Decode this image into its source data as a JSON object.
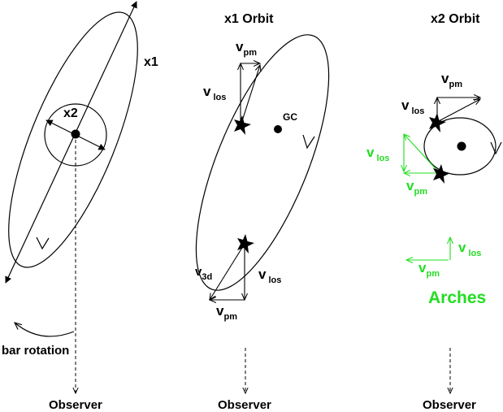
{
  "panel1": {
    "x1_label": "x1",
    "x2_label": "x2",
    "bar_rotation": "bar rotation",
    "observer": "Observer"
  },
  "panel2": {
    "title": "x1 Orbit",
    "gc": "GC",
    "v_main": "v",
    "sub_pm": "pm",
    "sub_los": "los",
    "sub_3d": "3d",
    "observer": "Observer"
  },
  "panel3": {
    "title": "x2 Orbit",
    "v_main": "v",
    "sub_pm": "pm",
    "sub_los": "los",
    "arches": "Arches",
    "observer": "Observer"
  },
  "colors": {
    "ink": "#000000",
    "arches_green": "#22dd22"
  }
}
